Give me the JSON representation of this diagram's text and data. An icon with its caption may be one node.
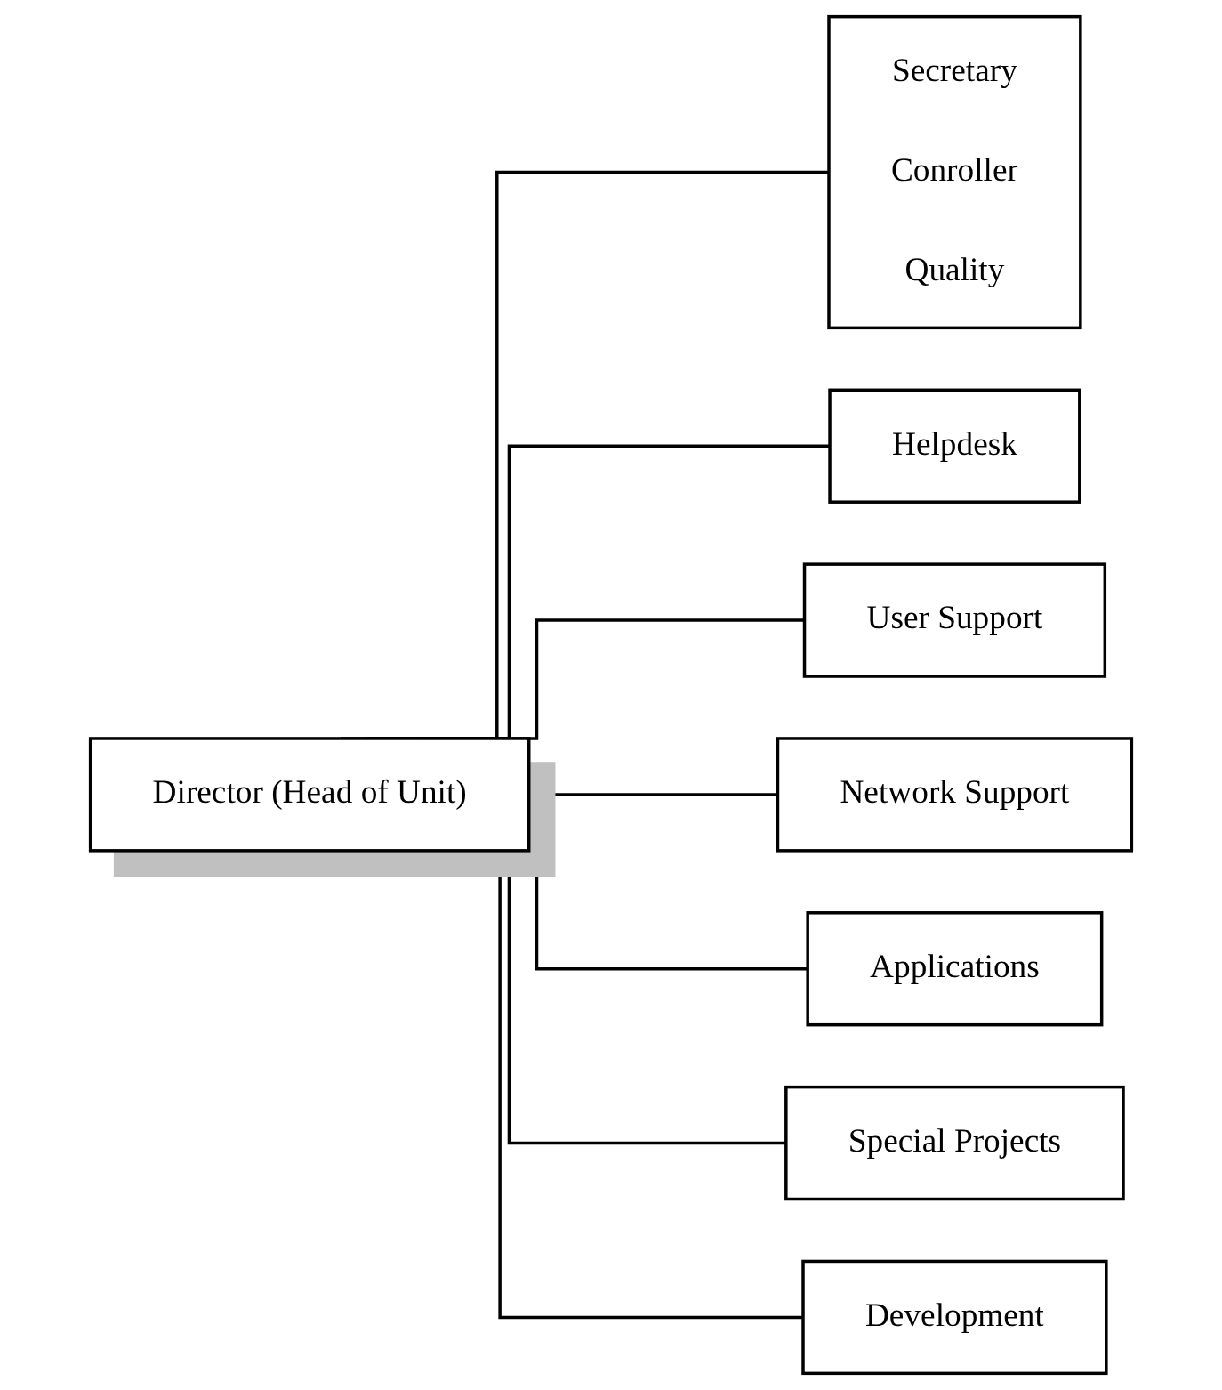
{
  "diagram": {
    "nodes": [
      {
        "text": [
          "Director (Head of Unit)"
        ]
      },
      {
        "text": [
          "Secretary",
          "Conroller",
          "Quality"
        ]
      },
      {
        "text": [
          "Helpdesk"
        ]
      },
      {
        "text": [
          "User Support"
        ]
      },
      {
        "text": [
          "Network Support"
        ]
      },
      {
        "text": [
          "Applications"
        ]
      },
      {
        "text": [
          "Special Projects"
        ]
      },
      {
        "text": [
          "Development"
        ]
      }
    ],
    "edges": [
      {
        "from": 0,
        "to": 1,
        "arrow": "none"
      },
      {
        "from": 0,
        "to": 2,
        "arrow": "none"
      },
      {
        "from": 0,
        "to": 3,
        "arrow": "none"
      },
      {
        "from": 0,
        "to": 4,
        "arrow": "none"
      },
      {
        "from": 0,
        "to": 5,
        "arrow": "none"
      },
      {
        "from": 0,
        "to": 6,
        "arrow": "none"
      },
      {
        "from": 0,
        "to": 7,
        "arrow": "none"
      }
    ]
  }
}
